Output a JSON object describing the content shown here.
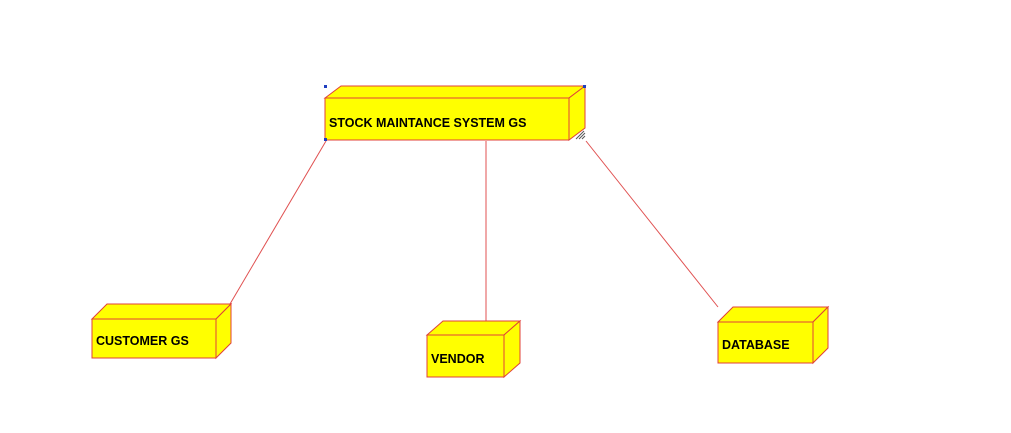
{
  "diagram": {
    "type": "uml-deployment-diagram",
    "colors": {
      "node_fill": "#ffff00",
      "node_stroke": "#e0403a",
      "connector": "#e05050",
      "selection_handle": "#1f3fbf",
      "text": "#000000"
    },
    "nodes": {
      "main": {
        "label": "STOCK MAINTANCE SYSTEM GS",
        "selected": true
      },
      "customer": {
        "label": "CUSTOMER GS"
      },
      "vendor": {
        "label": "VENDOR"
      },
      "database": {
        "label": "DATABASE"
      }
    },
    "connections": [
      {
        "from": "main",
        "to": "customer"
      },
      {
        "from": "main",
        "to": "vendor"
      },
      {
        "from": "main",
        "to": "database"
      }
    ]
  }
}
